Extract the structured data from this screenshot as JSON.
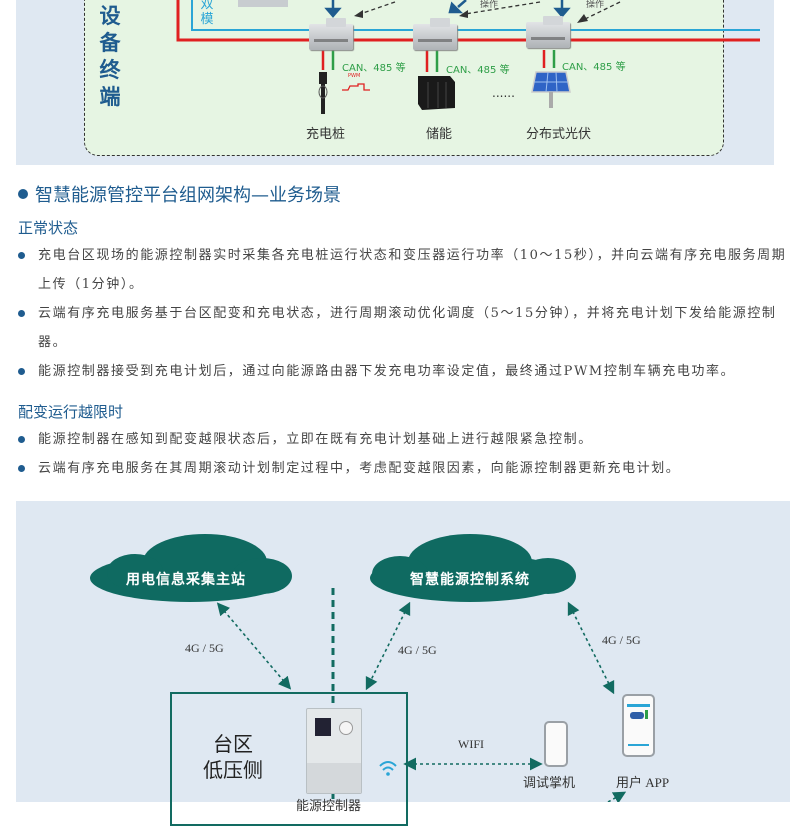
{
  "top_diagram": {
    "side_label_chars": [
      "设",
      "备",
      "终",
      "端"
    ],
    "dual_mode_chars": [
      "双",
      "模"
    ],
    "operation_labels": [
      "操作",
      "操作"
    ],
    "bus_label": "CAN、485 等",
    "pwm_label": "PWM",
    "ellipsis": "......",
    "devices": [
      {
        "label": "充电桩"
      },
      {
        "label": "储能"
      },
      {
        "label": "分布式光伏"
      }
    ],
    "colors": {
      "power_line": "#e02020",
      "comm_line": "#2aa5d6",
      "bus_line": "#2e9e47",
      "arrow": "#1f5c8f"
    }
  },
  "section": {
    "title": "智慧能源管控平台组网架构—业务场景",
    "normal": {
      "heading": "正常状态",
      "bullets": [
        "充电台区现场的能源控制器实时采集各充电桩运行状态和变压器运行功率（10～15秒），并向云端有序充电服务周期上传（1分钟）。",
        "云端有序充电服务基于台区配变和充电状态，进行周期滚动优化调度（5～15分钟），并将充电计划下发给能源控制器。",
        "能源控制器接受到充电计划后，通过向能源路由器下发充电功率设定值，最终通过PWM控制车辆充电功率。"
      ]
    },
    "overlimit": {
      "heading": "配变运行越限时",
      "bullets": [
        "能源控制器在感知到配变越限状态后，立即在既有充电计划基础上进行越限紧急控制。",
        "云端有序充电服务在其周期滚动计划制定过程中，考虑配变越限因素，向能源控制器更新充电计划。"
      ]
    }
  },
  "bottom_diagram": {
    "clouds": [
      {
        "label": "用电信息采集主站"
      },
      {
        "label": "智慧能源控制系统"
      }
    ],
    "link_labels": [
      "4G / 5G",
      "4G / 5G",
      "4G / 5G"
    ],
    "wifi_label": "WIFI",
    "zone_label_lines": [
      "台区",
      "低压侧"
    ],
    "controller_label": "能源控制器",
    "handheld_label": "调试掌机",
    "app_label": "用户 APP",
    "colors": {
      "cloud": "#0f6a61",
      "link": "#126b61",
      "wifi": "#2aa5d6"
    }
  }
}
